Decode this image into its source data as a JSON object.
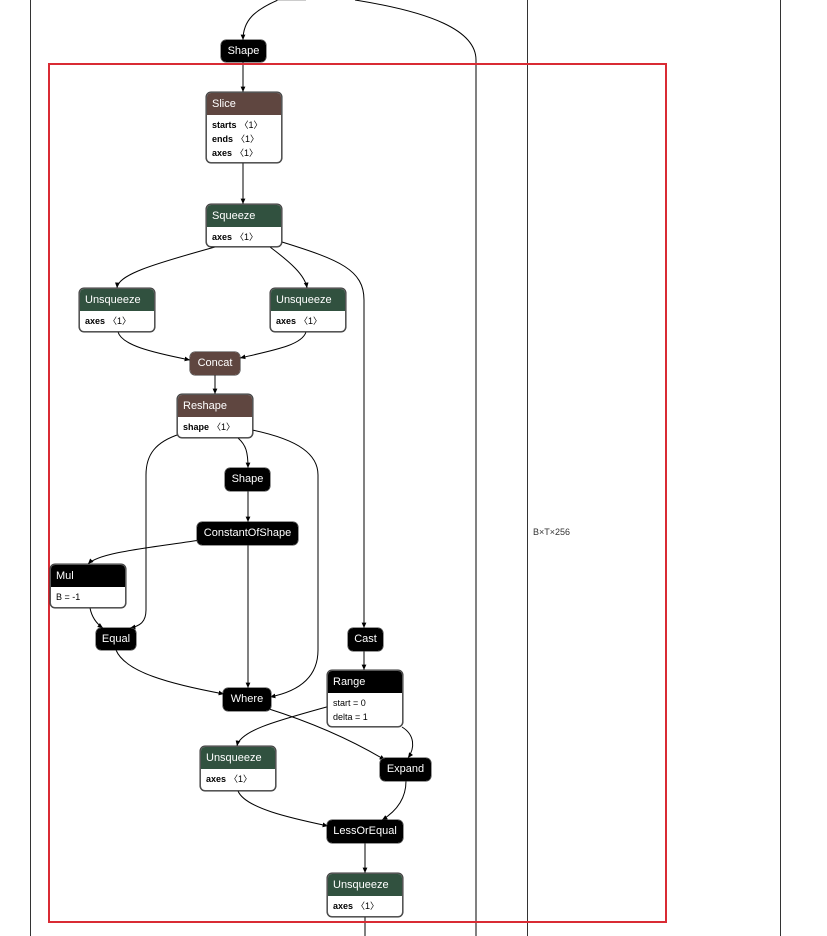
{
  "diagram": {
    "edge_label": "B×T×256",
    "nodes": [
      {
        "id": "shape_top",
        "title": "Shape",
        "style": "black",
        "attrs": []
      },
      {
        "id": "slice",
        "title": "Slice",
        "style": "brown",
        "attrs": [
          {
            "k": "starts",
            "v": "〈1〉"
          },
          {
            "k": "ends",
            "v": "〈1〉"
          },
          {
            "k": "axes",
            "v": "〈1〉"
          }
        ]
      },
      {
        "id": "squeeze",
        "title": "Squeeze",
        "style": "green",
        "attrs": [
          {
            "k": "axes",
            "v": "〈1〉"
          }
        ]
      },
      {
        "id": "unsq_left",
        "title": "Unsqueeze",
        "style": "green",
        "attrs": [
          {
            "k": "axes",
            "v": "〈1〉"
          }
        ]
      },
      {
        "id": "unsq_right",
        "title": "Unsqueeze",
        "style": "green",
        "attrs": [
          {
            "k": "axes",
            "v": "〈1〉"
          }
        ]
      },
      {
        "id": "concat",
        "title": "Concat",
        "style": "brown",
        "attrs": []
      },
      {
        "id": "reshape",
        "title": "Reshape",
        "style": "brown",
        "attrs": [
          {
            "k": "shape",
            "v": "〈1〉"
          }
        ]
      },
      {
        "id": "shape_mid",
        "title": "Shape",
        "style": "black",
        "attrs": []
      },
      {
        "id": "cos",
        "title": "ConstantOfShape",
        "style": "black",
        "attrs": []
      },
      {
        "id": "mul",
        "title": "Mul",
        "style": "black",
        "attrs": [
          {
            "k": "B = -1",
            "v": "",
            "plain": true
          }
        ]
      },
      {
        "id": "equal",
        "title": "Equal",
        "style": "black",
        "attrs": []
      },
      {
        "id": "cast",
        "title": "Cast",
        "style": "black",
        "attrs": []
      },
      {
        "id": "where",
        "title": "Where",
        "style": "black",
        "attrs": []
      },
      {
        "id": "range",
        "title": "Range",
        "style": "black",
        "attrs": [
          {
            "k": "start = 0",
            "v": "",
            "plain": true
          },
          {
            "k": "delta = 1",
            "v": "",
            "plain": true
          }
        ]
      },
      {
        "id": "unsq_mid",
        "title": "Unsqueeze",
        "style": "green",
        "attrs": [
          {
            "k": "axes",
            "v": "〈1〉"
          }
        ]
      },
      {
        "id": "expand",
        "title": "Expand",
        "style": "black",
        "attrs": []
      },
      {
        "id": "leq",
        "title": "LessOrEqual",
        "style": "black",
        "attrs": []
      },
      {
        "id": "unsq_bottom",
        "title": "Unsqueeze",
        "style": "green",
        "attrs": [
          {
            "k": "axes",
            "v": "〈1〉"
          }
        ]
      }
    ]
  }
}
